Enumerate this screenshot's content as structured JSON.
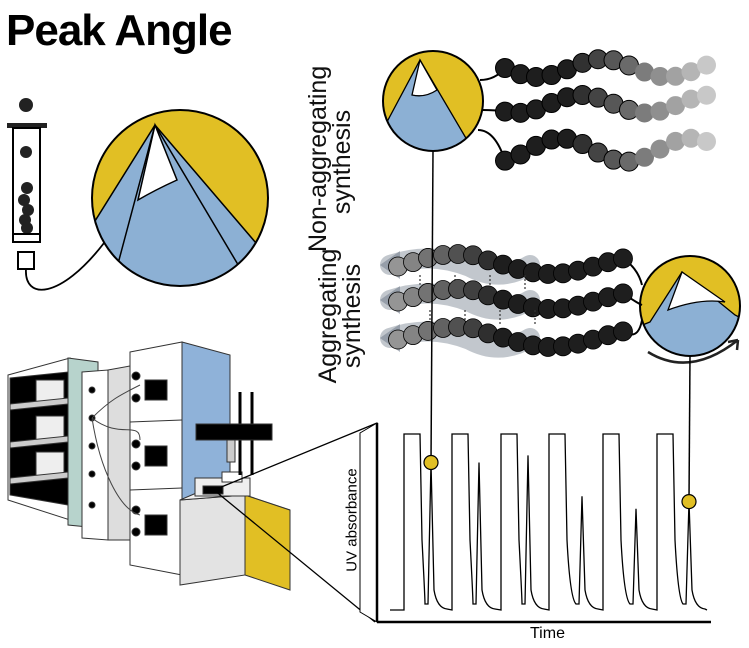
{
  "title": "Peak Angle",
  "labels": {
    "non_aggregating_line1": "Non-aggregating",
    "non_aggregating_line2": "synthesis",
    "aggregating_line1": "Aggregating",
    "aggregating_line2": "synthesis"
  },
  "chart": {
    "ylabel": "UV absorbance",
    "xlabel": "Time",
    "cycles": 6,
    "coupling_peak_heights_relative": [
      0.84,
      0.84,
      0.88,
      0.65,
      0.58,
      0.62
    ],
    "highlighted_peaks": [
      1,
      6
    ]
  },
  "colors": {
    "yellow": "#e1bf24",
    "blue": "#8cb0d4",
    "teal_panel": "#b7d3cc",
    "instrument_blue": "#8fb2d9",
    "bead_dark": "#1e1e1e",
    "bead_light": "#c4c4c4"
  }
}
